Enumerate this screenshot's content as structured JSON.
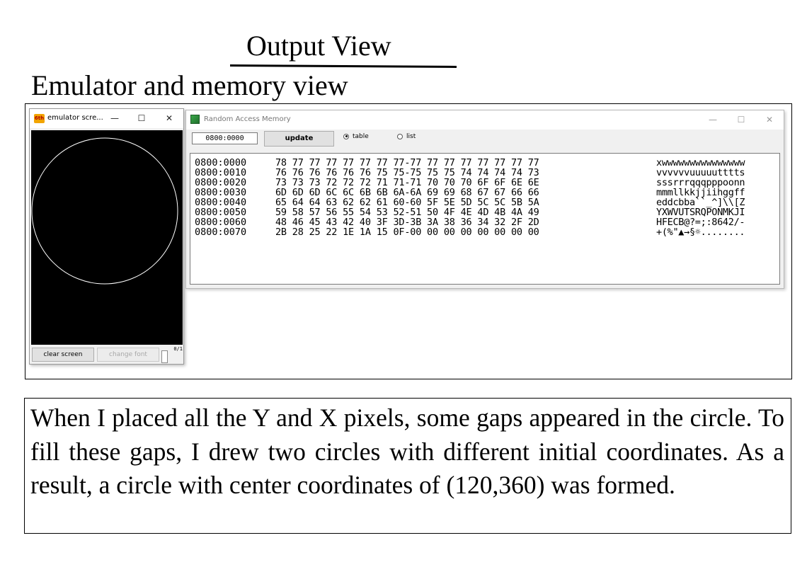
{
  "title": "Output View",
  "subtitle": "Emulator and memory view",
  "emulator": {
    "icon_label": "6th",
    "window_title": "emulator scre...",
    "buttons": [
      "clear screen",
      "change font"
    ],
    "slider_label": "0/1",
    "screen_bg": "#000000",
    "circle_color": "#ffffff"
  },
  "ram": {
    "window_title": "Random Access Memory",
    "address_value": "0800:0000",
    "update_label": "update",
    "radio_table": "table",
    "radio_list": "list",
    "selected_view": "table",
    "rows": [
      {
        "addr": "0800:0000",
        "hex": "78 77 77 77 77 77 77 77-77 77 77 77 77 77 77 77",
        "ascii": "xwwwwwwwwwwwwwww"
      },
      {
        "addr": "0800:0010",
        "hex": "76 76 76 76 76 76 75 75-75 75 75 74 74 74 74 73",
        "ascii": "vvvvvvuuuuutttts"
      },
      {
        "addr": "0800:0020",
        "hex": "73 73 73 72 72 72 71 71-71 70 70 70 6F 6F 6E 6E",
        "ascii": "sssrrrqqqpppoonn"
      },
      {
        "addr": "0800:0030",
        "hex": "6D 6D 6D 6C 6C 6B 6B 6A-6A 69 69 68 67 67 66 66",
        "ascii": "mmmllkkjjiihggff"
      },
      {
        "addr": "0800:0040",
        "hex": "65 64 64 63 62 62 61 60-60 5F 5E 5D 5C 5C 5B 5A",
        "ascii": "eddcbba``_^]\\\\[Z"
      },
      {
        "addr": "0800:0050",
        "hex": "59 58 57 56 55 54 53 52-51 50 4F 4E 4D 4B 4A 49",
        "ascii": "YXWVUTSRQPONMKJI"
      },
      {
        "addr": "0800:0060",
        "hex": "48 46 45 43 42 40 3F 3D-3B 3A 38 36 34 32 2F 2D",
        "ascii": "HFECB@?=;:8642/-"
      },
      {
        "addr": "0800:0070",
        "hex": "2B 28 25 22 1E 1A 15 0F-00 00 00 00 00 00 00 00",
        "ascii": "+(%\"▲→§☼........"
      }
    ]
  },
  "caption": "When I placed all the Y and X pixels, some gaps appeared in the circle. To fill these gaps, I drew two circles with different initial coordinates. As a result, a circle with center coordinates of (120,360) was formed."
}
